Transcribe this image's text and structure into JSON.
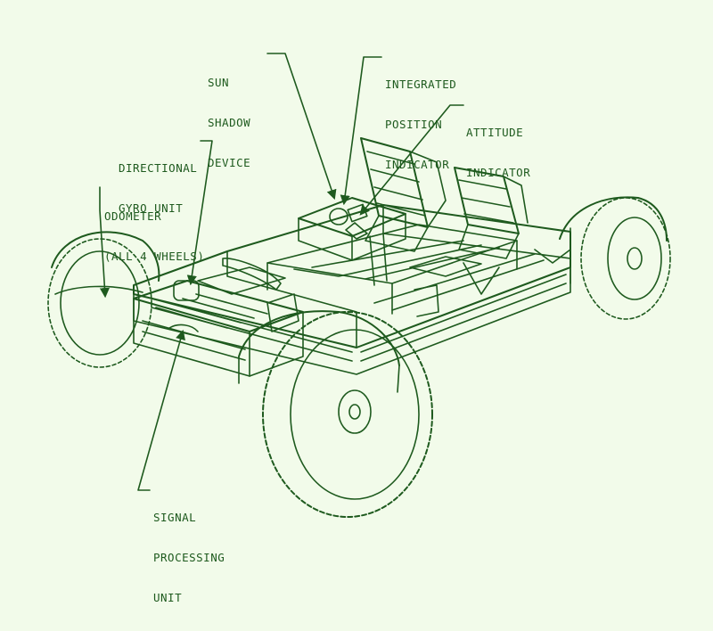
{
  "colors": {
    "background": "#f2fbea",
    "ink": "#1e5a1e"
  },
  "labels": {
    "sun_shadow_device": [
      "SUN",
      "SHADOW",
      "DEVICE"
    ],
    "integrated_position_indicator": [
      "INTEGRATED",
      "POSITION",
      "INDICATOR"
    ],
    "attitude_indicator": [
      "ATTITUDE",
      "INDICATOR"
    ],
    "directional_gyro_unit": [
      "DIRECTIONAL",
      "GYRO UNIT"
    ],
    "odometer": [
      "ODOMETER",
      "(ALL 4 WHEELS)"
    ],
    "signal_processing_unit": [
      "SIGNAL",
      "PROCESSING",
      "UNIT"
    ]
  }
}
